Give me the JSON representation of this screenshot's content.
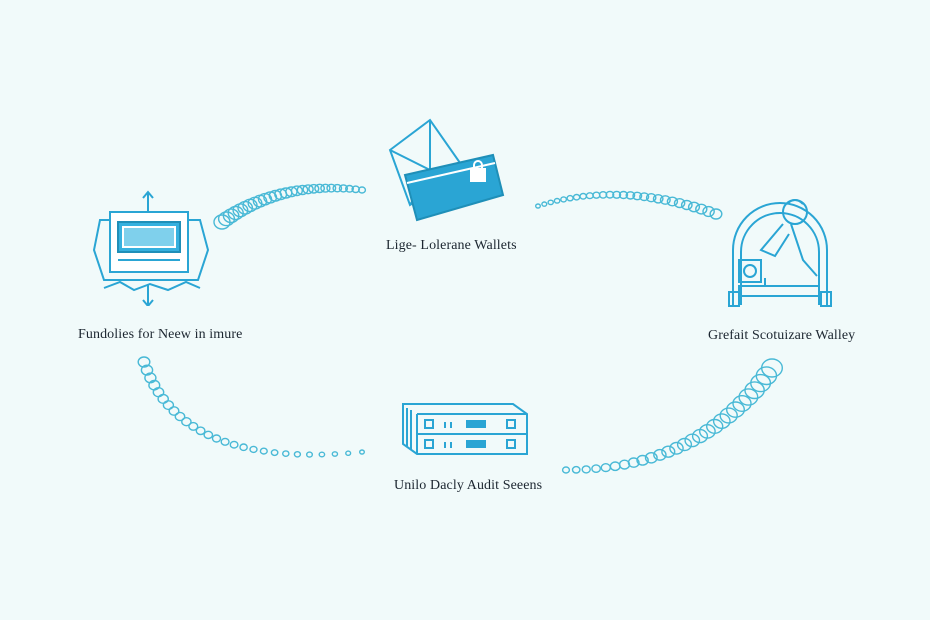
{
  "diagram": {
    "accent_color": "#2aa5d4",
    "chain_color": "#49b9d6",
    "nodes": [
      {
        "id": "left",
        "label": "Fundolies for Neew in imure",
        "icon": "monitor-icon"
      },
      {
        "id": "top",
        "label": "Lige- Lolerane Wallets",
        "icon": "wallet-icon"
      },
      {
        "id": "right",
        "label": "Grefait Scotuizare Walley",
        "icon": "person-booth-icon"
      },
      {
        "id": "bottom",
        "label": "Unilo Dacly Audit Seeens",
        "icon": "server-rack-icon"
      }
    ],
    "connectors": [
      {
        "from": "left",
        "to": "top"
      },
      {
        "from": "top",
        "to": "right"
      },
      {
        "from": "right",
        "to": "bottom"
      },
      {
        "from": "bottom",
        "to": "left"
      }
    ]
  }
}
